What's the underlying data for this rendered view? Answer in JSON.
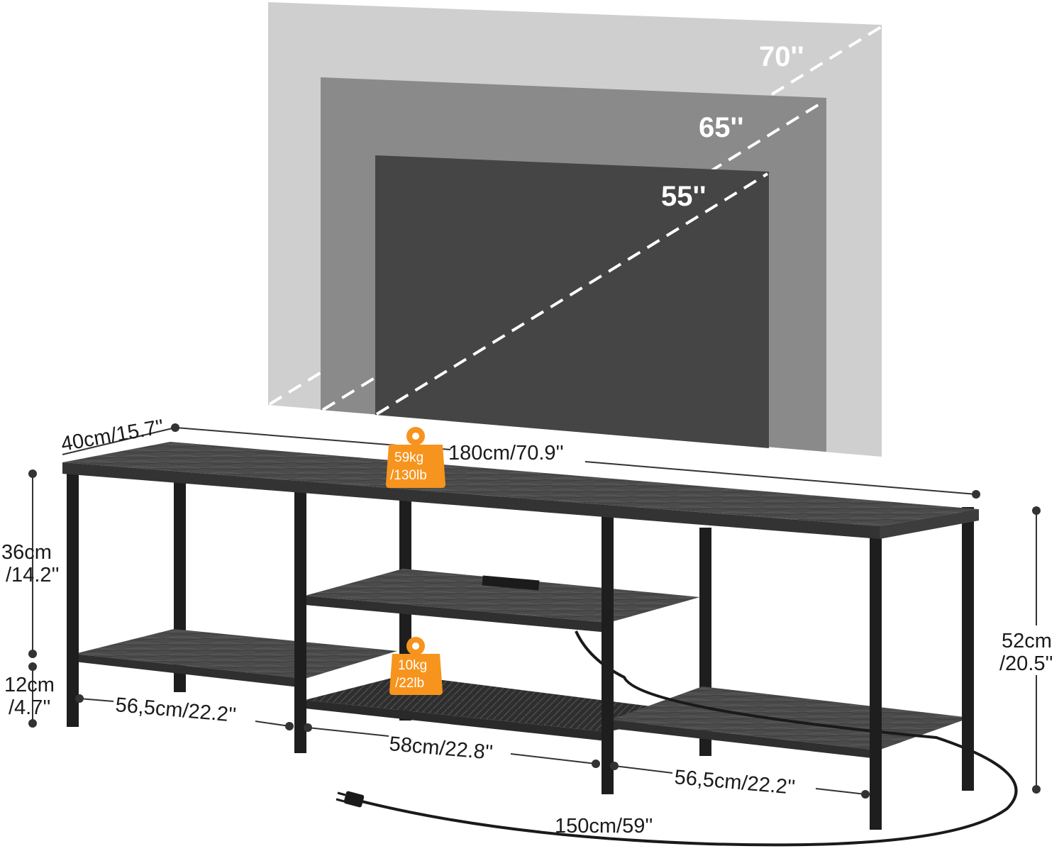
{
  "tv_sizes": [
    {
      "label": "70''",
      "shade": "#cfcfcf"
    },
    {
      "label": "65''",
      "shade": "#8a8a8a"
    },
    {
      "label": "55''",
      "shade": "#454545"
    }
  ],
  "dimensions": {
    "depth": "40cm/15.7''",
    "width": "180cm/70.9''",
    "top_height_a": "36cm",
    "top_height_b": "/14.2''",
    "leg_height_a": "12cm",
    "leg_height_b": "/4.7''",
    "total_height_a": "52cm",
    "total_height_b": "/20.5''",
    "left_bay": "56,5cm/22.2''",
    "middle_bay": "58cm/22.8''",
    "right_bay": "56,5cm/22.2''",
    "cable": "150cm/59''"
  },
  "loads": {
    "top_a": "59kg",
    "top_b": "/130lb",
    "shelf_a": "10kg",
    "shelf_b": "/22lb"
  },
  "colors": {
    "badge": "#f7941d",
    "frame": "#1e1e1e",
    "wood": "#4a4a4a"
  }
}
